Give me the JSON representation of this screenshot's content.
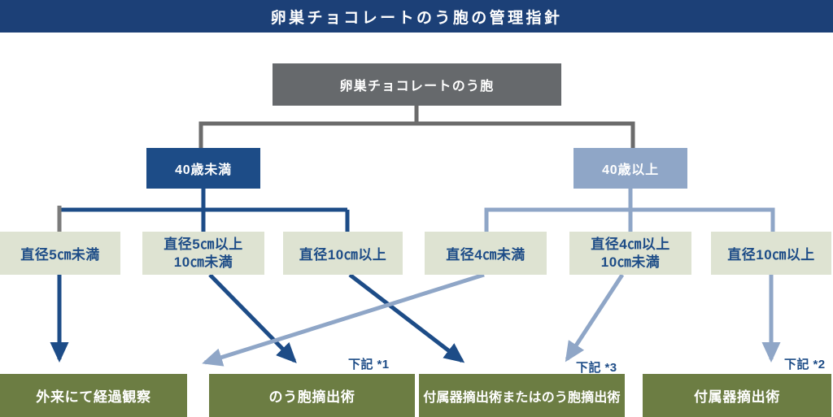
{
  "header": {
    "title": "卵巣チョコレートのう胞の管理指針"
  },
  "root": {
    "label": "卵巣チョコレートのう胞"
  },
  "age": [
    {
      "label": "40歳未満"
    },
    {
      "label": "40歳以上"
    }
  ],
  "sizes": [
    {
      "label": "直径5㎝未満"
    },
    {
      "line1": "直径5㎝以上",
      "line2": "10㎝未満"
    },
    {
      "label": "直径10㎝以上"
    },
    {
      "label": "直径4㎝未満"
    },
    {
      "line1": "直径4㎝以上",
      "line2": "10㎝未満"
    },
    {
      "label": "直径10㎝以上"
    }
  ],
  "outcomes": [
    {
      "label": "外来にて経過観察"
    },
    {
      "label": "のう胞摘出術",
      "note": "下記 *1"
    },
    {
      "label": "付属器摘出術またはのう胞摘出術",
      "note": "下記 *3"
    },
    {
      "label": "付属器摘出術",
      "note": "下記 *2"
    }
  ],
  "colors": {
    "header_bg": "#1c4077",
    "navy": "#1d4c87",
    "light_blue": "#8fa6c7",
    "cream": "#dee3d2",
    "olive": "#6c7d43",
    "gray_box": "#66696c",
    "gray_line": "#6b6b6b",
    "text_white": "#ffffff"
  }
}
